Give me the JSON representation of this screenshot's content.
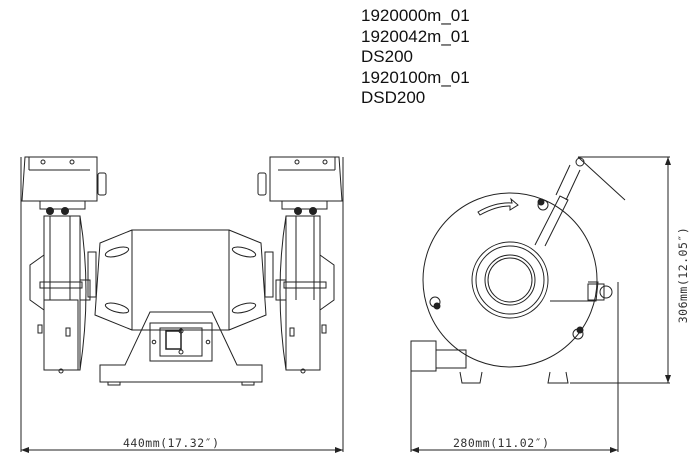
{
  "title_block": {
    "model_codes": [
      "1920000m_01",
      "1920042m_01",
      "DS200",
      "1920100m_01",
      "DSD200"
    ]
  },
  "drawing": {
    "front_view": {
      "name": "Bench grinder front view",
      "dimension_label": "440mm(17.32″)",
      "dimension_mm": 440,
      "dimension_in": 17.32
    },
    "side_view": {
      "name": "Bench grinder side view",
      "width_label": "280mm(11.02″)",
      "width_mm": 280,
      "width_in": 11.02,
      "height_label": "306mm(12.05″)",
      "height_mm": 306,
      "height_in": 12.05,
      "rotation_arrow": "rotation-direction-arrow"
    }
  },
  "colors": {
    "line": "#222222",
    "background": "#ffffff"
  }
}
